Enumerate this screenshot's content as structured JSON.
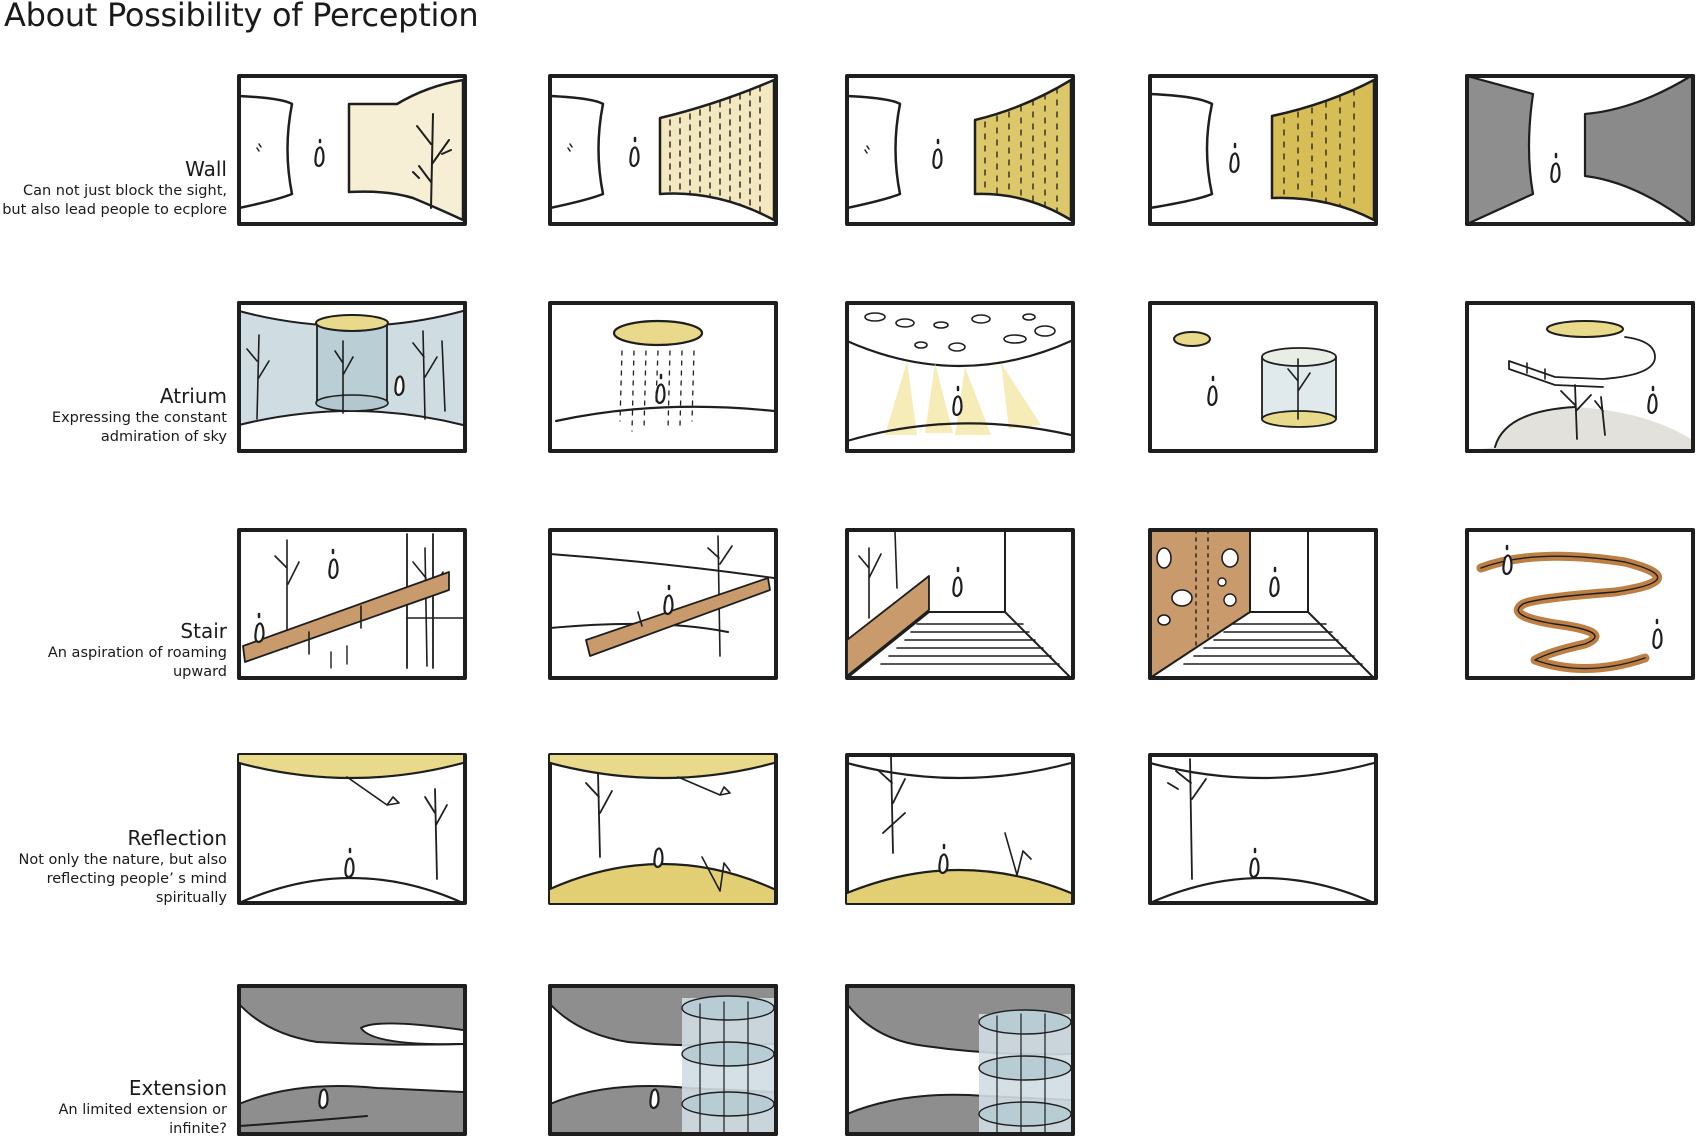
{
  "title": "About Possibility of Perception",
  "rows": [
    {
      "key": "wall",
      "heading": "Wall",
      "description": [
        "Can not just block the sight,",
        "but also lead people to ecplore"
      ],
      "sketches": [
        "Wall sketch 1",
        "Wall sketch 2",
        "Wall sketch 3",
        "Wall sketch 4",
        "Wall sketch 5"
      ]
    },
    {
      "key": "atrium",
      "heading": "Atrium",
      "description": [
        "Expressing the constant",
        "admiration of sky"
      ],
      "sketches": [
        "Atrium sketch 1",
        "Atrium sketch 2",
        "Atrium sketch 3",
        "Atrium sketch 4",
        "Atrium sketch 5"
      ]
    },
    {
      "key": "stair",
      "heading": "Stair",
      "description": [
        "An aspiration of roaming",
        "upward"
      ],
      "sketches": [
        "Stair sketch 1",
        "Stair sketch 2",
        "Stair sketch 3",
        "Stair sketch 4",
        "Stair sketch 5"
      ]
    },
    {
      "key": "reflection",
      "heading": "Reflection",
      "description": [
        "Not only the nature, but also",
        "reflecting people’ s mind",
        "spiritually"
      ],
      "sketches": [
        "Reflection sketch 1",
        "Reflection sketch 2",
        "Reflection sketch 3",
        "Reflection sketch 4"
      ]
    },
    {
      "key": "extension",
      "heading": "Extension",
      "description": [
        "An limited extension or",
        "infinite?"
      ],
      "sketches": [
        "Extension sketch 1",
        "Extension sketch 2",
        "Extension sketch 3"
      ]
    }
  ],
  "colors": {
    "ink": "#1e1e1e",
    "paper": "#ffffff",
    "pale_yellow": "#f6efd6",
    "mustard": "#d9c261",
    "sky_yellow": "#e8da8a",
    "glow": "#f4e7a6",
    "concrete": "#8e8e8e",
    "sky_blue": "#cfdde2",
    "glass": "#b7ccd3",
    "timber": "#c99a6c",
    "copper": "#bd7f43",
    "ground_grey": "#e2e1dc"
  }
}
